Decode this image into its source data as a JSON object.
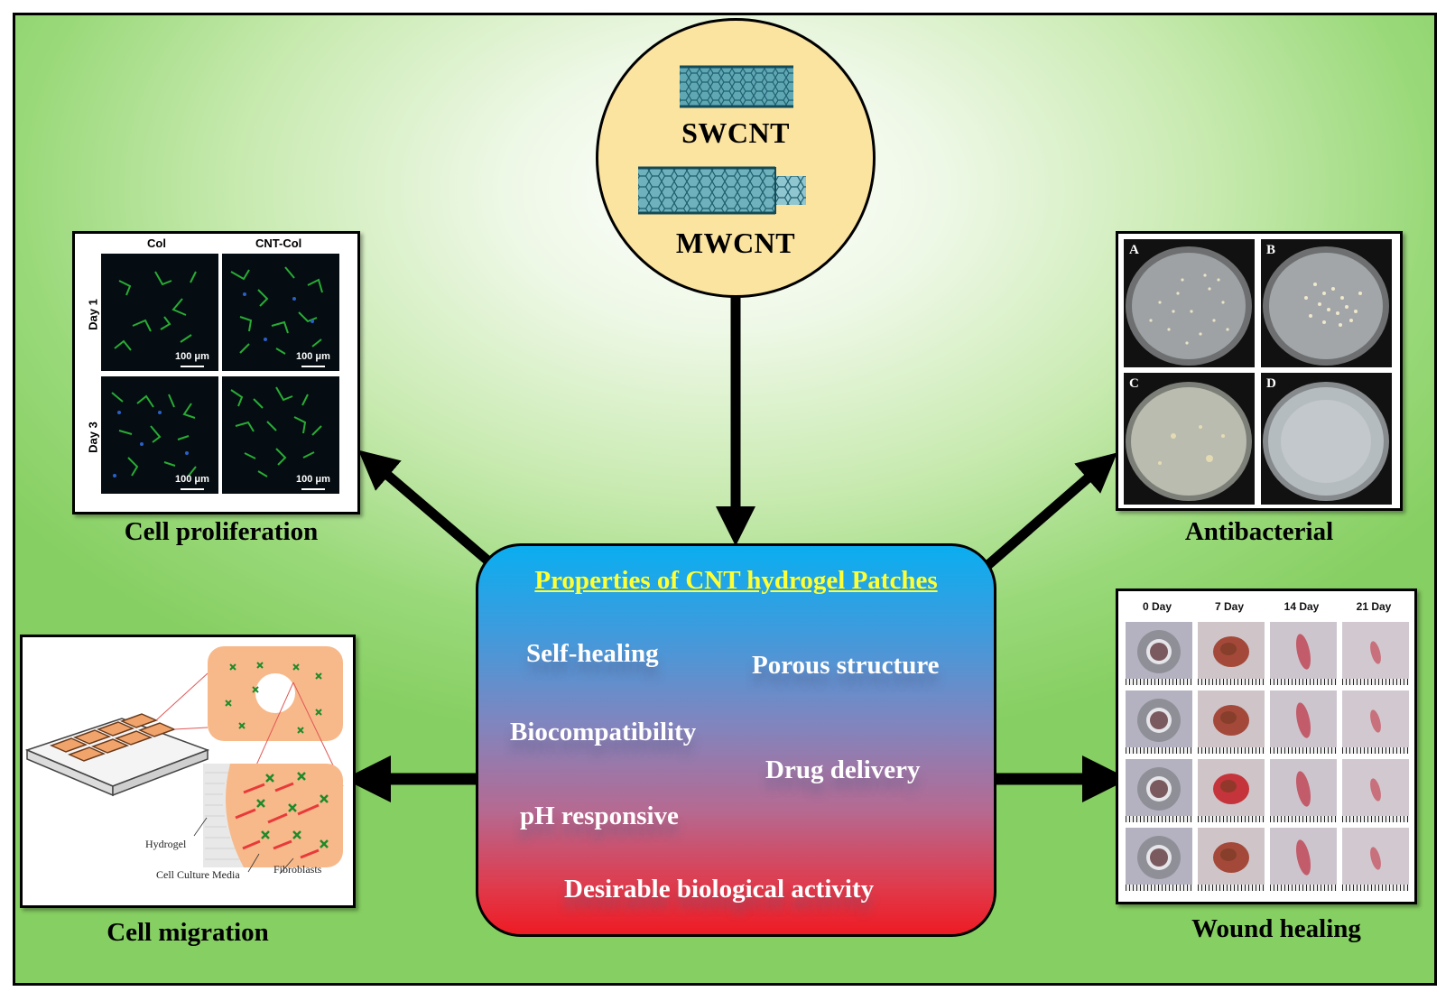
{
  "center": {
    "title": "Properties of CNT hydrogel Patches",
    "properties": [
      "Self-healing",
      "Porous structure",
      "Biocompatibility",
      "Drug delivery",
      "pH responsive",
      "Desirable biological activity"
    ]
  },
  "top": {
    "swcnt_label": "SWCNT",
    "mwcnt_label": "MWCNT"
  },
  "cell_proliferation": {
    "caption": "Cell proliferation",
    "columns": [
      "Col",
      "CNT-Col"
    ],
    "rows": [
      "Day 1",
      "Day 3"
    ],
    "scale_label": "100 μm"
  },
  "antibacterial": {
    "caption": "Antibacterial",
    "plates": [
      "A",
      "B",
      "C",
      "D"
    ]
  },
  "cell_migration": {
    "caption": "Cell migration",
    "labels": {
      "hydrogel": "Hydrogel",
      "media": "Cell Culture Media",
      "fibroblasts": "Fibroblasts"
    }
  },
  "wound_healing": {
    "caption": "Wound healing",
    "days": [
      "0 Day",
      "7 Day",
      "14 Day",
      "21 Day"
    ]
  },
  "colors": {
    "frame_green": "#86cf62",
    "circle_fill": "#fbe3a0",
    "title_yellow": "#ffff33",
    "box_top": "#0aaef0",
    "box_bottom": "#ee1b24",
    "cell_green": "#2fc83a"
  }
}
